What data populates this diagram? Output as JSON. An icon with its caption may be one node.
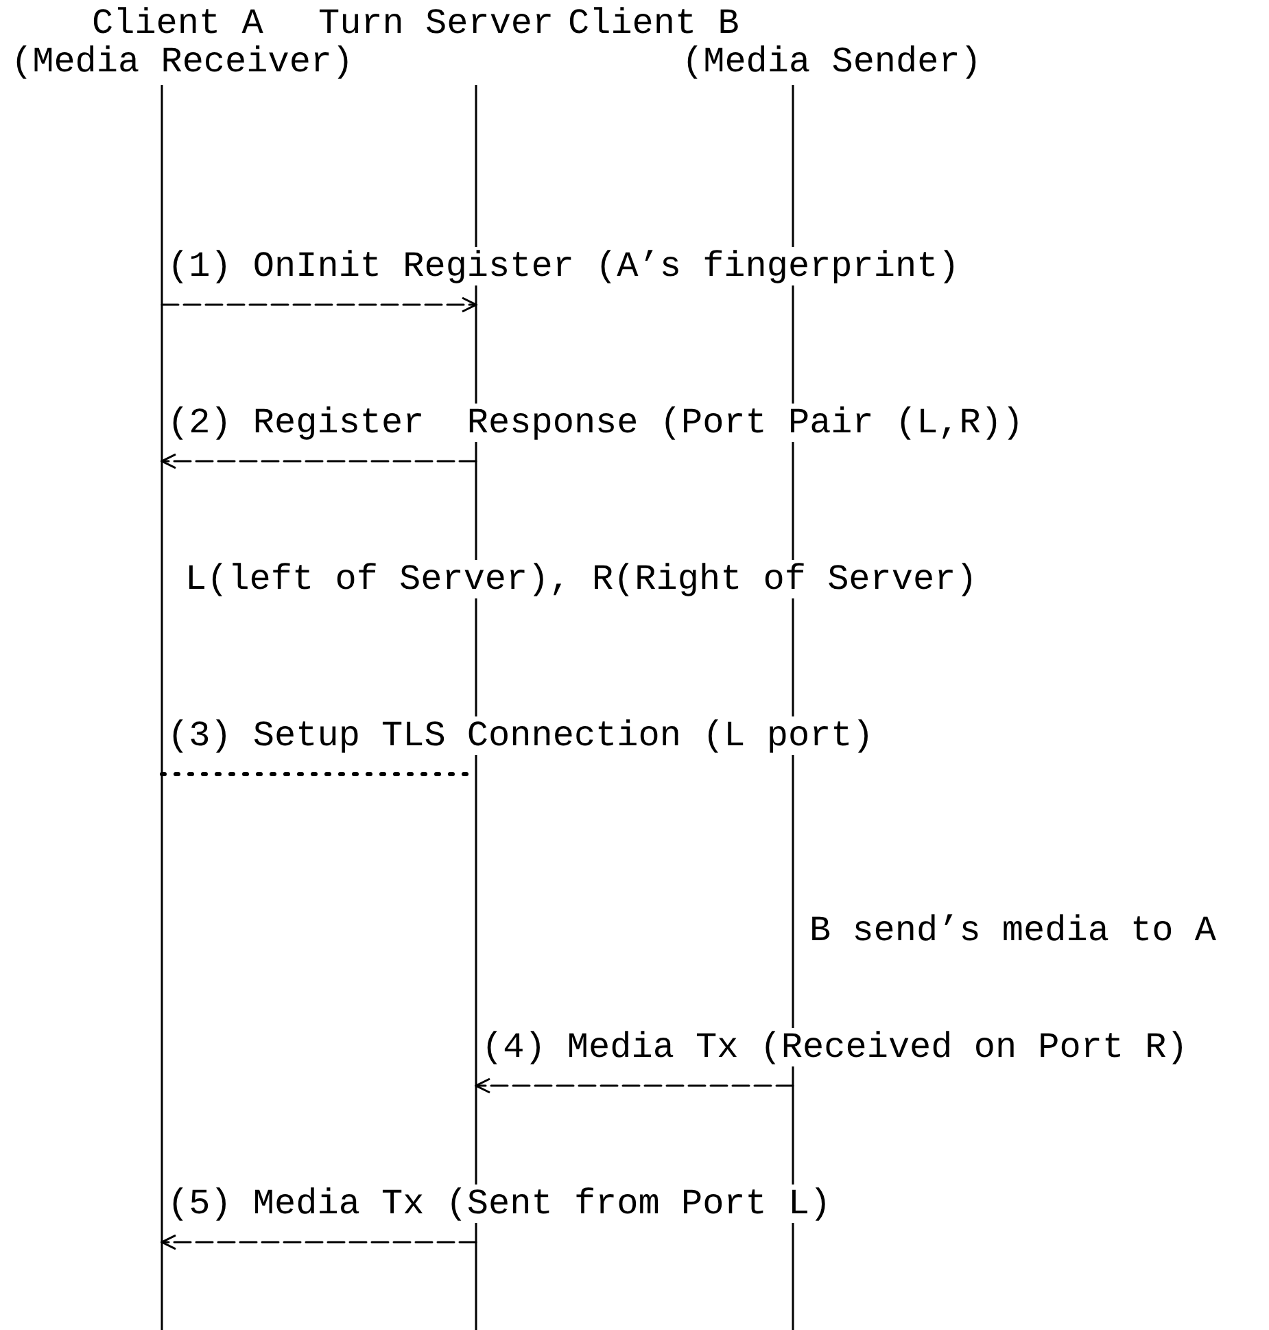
{
  "diagram": {
    "nodes": [
      {
        "text": [
          "Client A",
          "(Media Receiver)"
        ]
      },
      {
        "text": [
          "Turn Server"
        ]
      },
      {
        "text": [
          "Client B",
          "(Media Sender)"
        ]
      }
    ],
    "edges": [
      {
        "from": 0,
        "to": 1,
        "arrow": "to",
        "label": "(1) OnInit Register (A’s fingerprint)"
      },
      {
        "from": 1,
        "to": 0,
        "arrow": "to",
        "label": "(2) Register  Response (Port Pair (L,R))"
      },
      {
        "from": 0,
        "to": 1,
        "arrow": "none",
        "style": "dashed",
        "label": "(3) Setup TLS Connection (L port)"
      },
      {
        "from": 2,
        "to": 1,
        "arrow": "to",
        "label": "(4) Media Tx (Received on Port R)"
      },
      {
        "from": 1,
        "to": 0,
        "arrow": "to",
        "label": "(5) Media Tx (Sent from Port L)"
      }
    ],
    "labels": [
      "L(left of Server), R(Right of Server)",
      "B send’s media to A"
    ]
  }
}
